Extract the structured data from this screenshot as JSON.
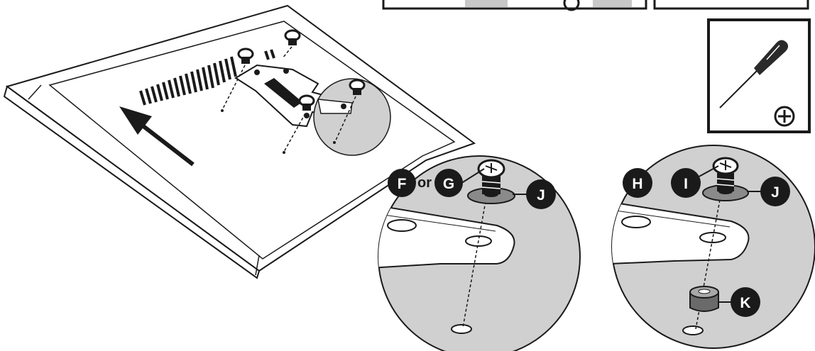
{
  "labels": {
    "F": "F",
    "or": "or",
    "G": "G",
    "J_left": "J",
    "H": "H",
    "I": "I",
    "J_right": "J",
    "K": "K"
  },
  "colors": {
    "line": "#1a1a1a",
    "zoom_fill": "#d0d0d0",
    "panel_fill": "#ffffff",
    "callout_fill": "#1a1a1a"
  },
  "icons": {
    "tool": "phillips-screwdriver-icon",
    "tool_badge": "phillips-head-icon",
    "direction": "arrow-icon"
  }
}
